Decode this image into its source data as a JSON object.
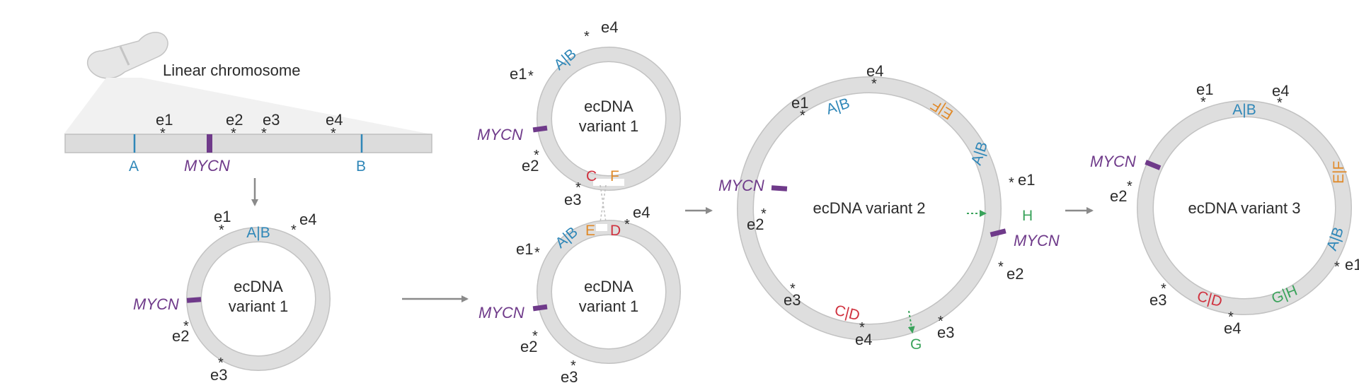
{
  "colors": {
    "ring": "#dcdcdc",
    "ring_edge": "#bdbdbd",
    "mycn": "#6f3a8a",
    "blue": "#2f87b8",
    "orange": "#e08a2a",
    "red": "#d0323f",
    "green": "#3aa35b",
    "arrow": "#8a8a8a"
  },
  "linear": {
    "title": "Linear chromosome",
    "labels": {
      "a": "A",
      "mycn": "MYCN",
      "b": "B"
    },
    "enhancers": [
      "e1",
      "e2",
      "e3",
      "e4"
    ]
  },
  "star": "*",
  "circle1": {
    "title_line1": "ecDNA",
    "title_line2": "variant 1",
    "junction": "A|B",
    "mycn": "MYCN",
    "e1": "e1",
    "e2": "e2",
    "e3": "e3",
    "e4": "e4"
  },
  "pair_top": {
    "title_line1": "ecDNA",
    "title_line2": "variant 1",
    "ab": "A|B",
    "c": "C",
    "f": "F",
    "mycn": "MYCN",
    "e1": "e1",
    "e2": "e2",
    "e3": "e3",
    "e4": "e4"
  },
  "pair_bottom": {
    "title_line1": "ecDNA",
    "title_line2": "variant 1",
    "ab": "A|B",
    "e": "E",
    "d": "D",
    "mycn": "MYCN",
    "e1": "e1",
    "e2": "e2",
    "e3": "e3",
    "e4": "e4"
  },
  "variant2": {
    "title": "ecDNA variant 2",
    "ab1": "A|B",
    "ef": "E|F",
    "ab2": "A|B",
    "cd": "C|D",
    "h": "H",
    "g": "G",
    "mycn1": "MYCN",
    "mycn2": "MYCN",
    "e1a": "e1",
    "e4a": "e4",
    "e1b": "e1",
    "e2a": "e2",
    "e2b": "e2",
    "e3a": "e3",
    "e4b": "e4",
    "e3b": "e3"
  },
  "variant3": {
    "title": "ecDNA variant 3",
    "ab1": "A|B",
    "ef": "E|F",
    "ab2": "A|B",
    "gh": "G|H",
    "cd": "C|D",
    "mycn": "MYCN",
    "e1a": "e1",
    "e4": "e4",
    "e2": "e2",
    "e3": "e3",
    "e4b": "e4",
    "e1b": "e1"
  }
}
